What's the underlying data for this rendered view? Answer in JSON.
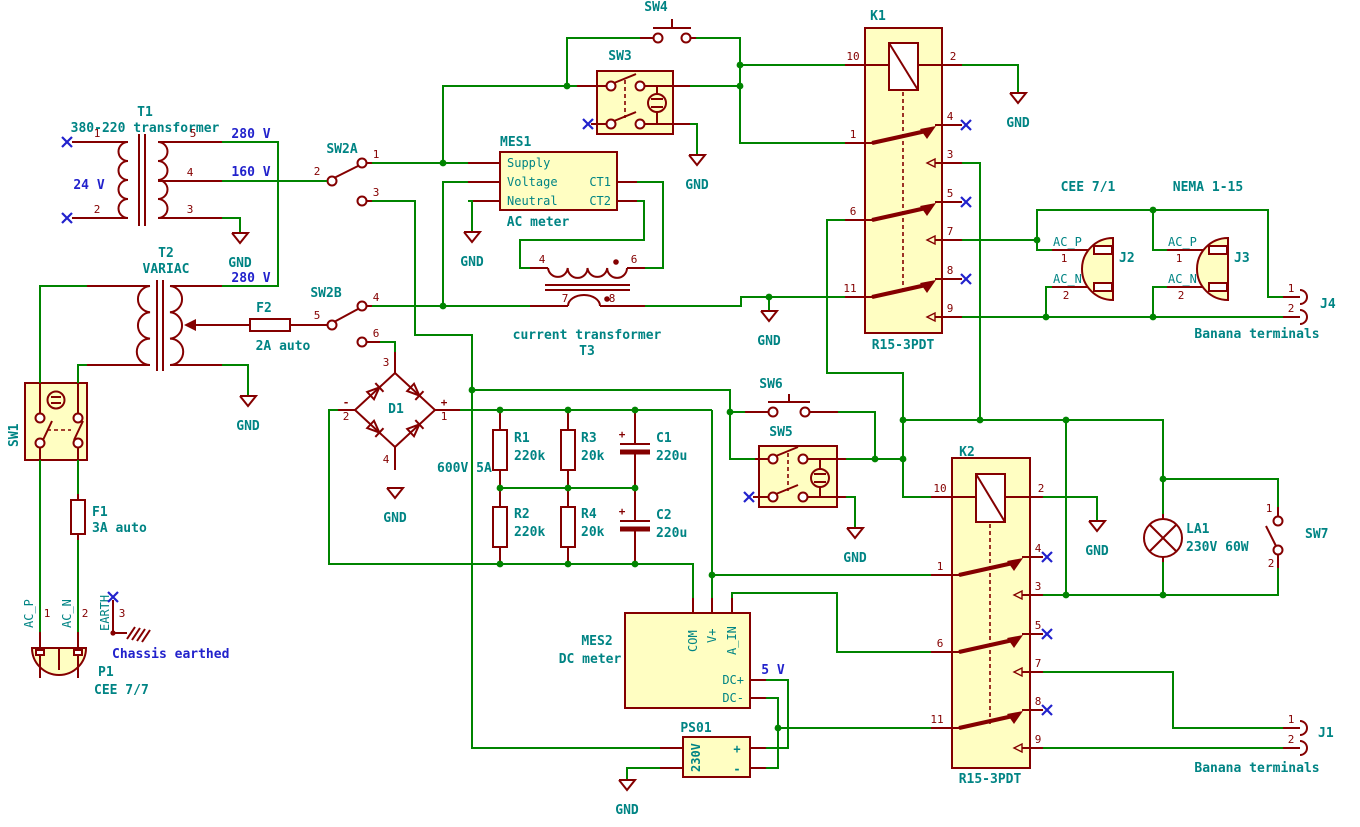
{
  "colors": {
    "wire": "#008400",
    "sym": "#840000",
    "teal": "#008484",
    "blue": "#2222cc",
    "fill": "#fffec2",
    "bg": "#ffffff"
  },
  "gnd": "GND",
  "net_labels": {
    "v280_top": "280 V",
    "v160": "160 V",
    "v24": "24 V",
    "v280_variac": "280 V",
    "v5": "5 V",
    "chassis": "Chassis earthed"
  },
  "components": {
    "t1": {
      "ref": "T1",
      "value": "380-220 transformer",
      "pins": {
        "p1": "1",
        "p2": "2",
        "p3": "3",
        "p4": "4",
        "p5": "5"
      }
    },
    "t2": {
      "ref": "T2",
      "value": "VARIAC"
    },
    "t3": {
      "ref": "T3",
      "value": "current transformer",
      "pins": {
        "p4": "4",
        "p6": "6",
        "p7": "7",
        "p8": "8"
      }
    },
    "f1": {
      "ref": "F1",
      "value": "3A auto"
    },
    "f2": {
      "ref": "F2",
      "value": "2A auto"
    },
    "sw1": {
      "ref": "SW1"
    },
    "sw2a": {
      "ref": "SW2A",
      "pins": {
        "p1": "1",
        "p2": "2",
        "p3": "3"
      }
    },
    "sw2b": {
      "ref": "SW2B",
      "pins": {
        "p4": "4",
        "p5": "5",
        "p6": "6"
      }
    },
    "sw3": {
      "ref": "SW3"
    },
    "sw4": {
      "ref": "SW4"
    },
    "sw5": {
      "ref": "SW5"
    },
    "sw6": {
      "ref": "SW6"
    },
    "sw7": {
      "ref": "SW7",
      "pins": {
        "p1": "1",
        "p2": "2"
      }
    },
    "mes1": {
      "ref": "MES1",
      "value": "AC meter",
      "pin_names": {
        "supply": "Supply",
        "voltage": "Voltage",
        "neutral": "Neutral",
        "ct1": "CT1",
        "ct2": "CT2"
      }
    },
    "mes2": {
      "ref": "MES2",
      "value": "DC meter",
      "pin_names": {
        "com": "COM",
        "vplus": "V+",
        "ain": "A_IN",
        "dcp": "DC+",
        "dcm": "DC-"
      }
    },
    "ps01": {
      "ref": "PS01",
      "value": "230V",
      "pin_names": {
        "plus": "+",
        "minus": "-"
      }
    },
    "k1": {
      "ref": "K1",
      "value": "R15-3PDT",
      "pins": {
        "p1": "1",
        "p2": "2",
        "p3": "3",
        "p4": "4",
        "p5": "5",
        "p6": "6",
        "p7": "7",
        "p8": "8",
        "p9": "9",
        "p10": "10",
        "p11": "11"
      }
    },
    "k2": {
      "ref": "K2",
      "value": "R15-3PDT",
      "pins": {
        "p1": "1",
        "p2": "2",
        "p3": "3",
        "p4": "4",
        "p5": "5",
        "p6": "6",
        "p7": "7",
        "p8": "8",
        "p9": "9",
        "p10": "10",
        "p11": "11"
      }
    },
    "d1": {
      "ref": "D1",
      "value": "600V 5A",
      "plus": "+",
      "minus": "-",
      "pins": {
        "p1": "1",
        "p2": "2",
        "p3": "3",
        "p4": "4"
      }
    },
    "r1": {
      "ref": "R1",
      "value": "220k"
    },
    "r2": {
      "ref": "R2",
      "value": "220k"
    },
    "r3": {
      "ref": "R3",
      "value": "20k"
    },
    "r4": {
      "ref": "R4",
      "value": "20k"
    },
    "c1": {
      "ref": "C1",
      "value": "220u",
      "plus": "+"
    },
    "c2": {
      "ref": "C2",
      "value": "220u",
      "plus": "+"
    },
    "la1": {
      "ref": "LA1",
      "value": "230V 60W"
    },
    "j1": {
      "ref": "J1",
      "desc": "Banana terminals",
      "pins": {
        "p1": "1",
        "p2": "2"
      }
    },
    "j2": {
      "ref": "J2",
      "standard": "CEE 7/1",
      "pins": {
        "p1": "1",
        "p2": "2"
      },
      "pin_names": {
        "p": "AC_P",
        "n": "AC_N"
      }
    },
    "j3": {
      "ref": "J3",
      "standard": "NEMA 1-15",
      "pins": {
        "p1": "1",
        "p2": "2"
      },
      "pin_names": {
        "p": "AC_P",
        "n": "AC_N"
      }
    },
    "j4": {
      "ref": "J4",
      "desc": "Banana terminals",
      "pins": {
        "p1": "1",
        "p2": "2"
      }
    },
    "p1": {
      "ref": "P1",
      "value": "CEE 7/7",
      "note": "Chassis earthed",
      "pins": {
        "p1": "1",
        "p2": "2",
        "p3": "3"
      },
      "pin_names": {
        "p": "AC_P",
        "n": "AC_N",
        "e": "EARTH"
      }
    }
  }
}
